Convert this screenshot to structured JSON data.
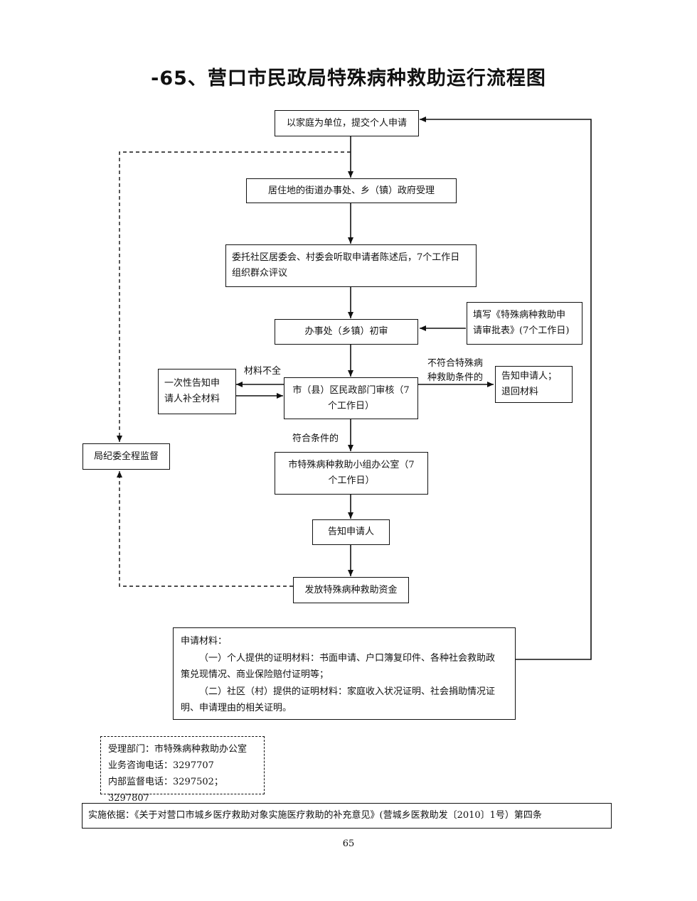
{
  "title": "-65、营口市民政局特殊病种救助运行流程图",
  "steps": {
    "apply": "以家庭为单位，提交个人申请",
    "accept": "居住地的街道办事处、乡（镇）政府受理",
    "review_l1": "委托社区居委会、村委会听取申请者陈述后，7个工作日",
    "review_l2": "组织群众评议",
    "initial": "办事处（乡镇）初审",
    "form_l1": "填写《特殊病种救助申",
    "form_l2": "请审批表》(7个工作日)",
    "city_l1": "市（县）区民政部门审核（7",
    "city_l2": "个工作日）",
    "supp_l1": "一次性告知申",
    "supp_l2": "请人补全材料",
    "reject_l1": "告知申请人；",
    "reject_l2": "退回材料",
    "office_l1": "市特殊病种救助小组办公室（7",
    "office_l2": "个工作日）",
    "notify": "告知申请人",
    "issue": "发放特殊病种救助资金",
    "supervise": "局纪委全程监督"
  },
  "labels": {
    "incomplete": "材料不全",
    "noncomply_l1": "不符合特殊病",
    "noncomply_l2": "种救助条件的",
    "comply": "符合条件的"
  },
  "materials": {
    "heading": "申请材料：",
    "item1_l1": "（一）个人提供的证明材料：书面申请、户口簿复印件、各种社会救助政",
    "item1_l2": "策兑现情况、商业保险赔付证明等；",
    "item2_l1": "（二）社区（村）提供的证明材料：家庭收入状况证明、社会捐助情况证",
    "item2_l2": "明、申请理由的相关证明。"
  },
  "contact": {
    "dept": "受理部门：市特殊病种救助办公室",
    "consult": "业务咨询电话：3297707",
    "supervise": "内部监督电话：3297502；3297807"
  },
  "basis": "实施依据：《关于对营口市城乡医疗救助对象实施医疗救助的补充意见》(营城乡医救助发〔2010〕1号）第四条",
  "page_number": "65"
}
